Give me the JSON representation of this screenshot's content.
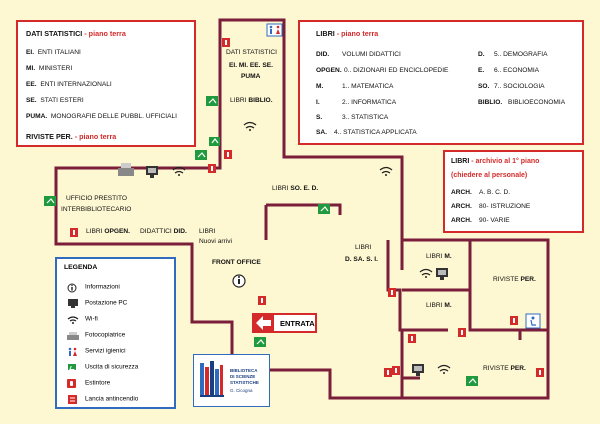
{
  "box_dati": {
    "title": "DATI STATISTICI",
    "title_suffix": "- piano terra",
    "items": [
      {
        "code": "EI.",
        "label": "ENTI ITALIANI"
      },
      {
        "code": "MI.",
        "label": "MINISTERI"
      },
      {
        "code": "EE.",
        "label": "ENTI INTERNAZIONALI"
      },
      {
        "code": "SE.",
        "label": "STATI ESTERI"
      },
      {
        "code": "PUMA.",
        "label": "MONOGRAFIE DELLE PUBBL. UFFICIALI"
      }
    ],
    "riviste": "RIVISTE PER.",
    "riviste_suffix": "- piano terra"
  },
  "box_libri": {
    "title": "LIBRI",
    "title_suffix": "- piano terra",
    "col1": [
      {
        "code": "DID.",
        "label": "VOLUMI DIDATTICI"
      },
      {
        "code": "OPGEN.",
        "label": "0.. DIZIONARI ED ENCICLOPEDIE"
      },
      {
        "code": "M.",
        "label": "1.. MATEMATICA"
      },
      {
        "code": "I.",
        "label": "2.. INFORMATICA"
      },
      {
        "code": "S.",
        "label": "3.. STATISTICA"
      },
      {
        "code": "SA.",
        "label": "4.. STATISTICA APPLICATA"
      }
    ],
    "col2": [
      {
        "code": "D.",
        "label": "5.. DEMOGRAFIA"
      },
      {
        "code": "E.",
        "label": "6.. ECONOMIA"
      },
      {
        "code": "SO.",
        "label": "7.. SOCIOLOGIA"
      },
      {
        "code": "BIBLIO.",
        "label": "BIBLIOECONOMIA"
      }
    ]
  },
  "box_archivio": {
    "title": "LIBRI",
    "title_suffix": "- archivio al 1° piano",
    "subtitle": "(chiedere al personale)",
    "items": [
      {
        "code": "ARCH.",
        "label": "A. B. C. D."
      },
      {
        "code": "ARCH.",
        "label": "80- ISTRUZIONE"
      },
      {
        "code": "ARCH.",
        "label": "90- VARIE"
      }
    ]
  },
  "rooms": {
    "dati_statistici": "DATI STATISTICI",
    "dati_codes_1": "EI. MI. EE. SE.",
    "dati_codes_2": "PUMA",
    "libri_biblio_1": "LIBRI",
    "libri_biblio_2": "BIBLIO.",
    "ufficio_1": "UFFICIO PRESTITO",
    "ufficio_2": "INTERBIBLIOTECARIO",
    "libri_opgen_1": "LIBRI",
    "libri_opgen_2": "OPGEN.",
    "didattici": "DIDATTICI",
    "did": "DID.",
    "libri_nuovi": "LIBRI",
    "nuovi_arrivi": "Nuovi arrivi",
    "front_office": "FRONT OFFICE",
    "libri_soed_1": "LIBRI",
    "libri_soed_2": "SO. E. D.",
    "libri_dsasi_1": "LIBRI",
    "libri_dsasi_2": "D. SA. S. I.",
    "libri_m1_1": "LIBRI",
    "libri_m1_2": "M.",
    "libri_m2_1": "LIBRI",
    "libri_m2_2": "M.",
    "riviste1_1": "RIVISTE",
    "riviste1_2": "PER.",
    "riviste2_1": "RIVISTE",
    "riviste2_2": "PER."
  },
  "entrance": {
    "label": "ENTRATA"
  },
  "legend": {
    "title": "LEGENDA",
    "items": [
      {
        "icon": "info-icon",
        "label": "Informazioni"
      },
      {
        "icon": "pc-icon",
        "label": "Postazione PC"
      },
      {
        "icon": "wifi-icon",
        "label": "Wi-fi"
      },
      {
        "icon": "photocopier-icon",
        "label": "Fotocopiatrice"
      },
      {
        "icon": "restroom-icon",
        "label": "Servizi igienici"
      },
      {
        "icon": "emergency-exit-icon",
        "label": "Uscita di sicurezza"
      },
      {
        "icon": "extinguisher-icon",
        "label": "Estintore"
      },
      {
        "icon": "fire-hose-icon",
        "label": "Lancia antincendio"
      }
    ]
  },
  "logo": {
    "line1": "BIBLIOTECA",
    "line2": "DI SCIENZE",
    "line3": "STATISTICHE",
    "line4": "G. Cicogna"
  },
  "colors": {
    "wall": "#7a1e3a",
    "floor": "#fdf7d2",
    "red": "#d42a2a",
    "green": "#1f9a3e",
    "blue": "#2f6cc0"
  }
}
